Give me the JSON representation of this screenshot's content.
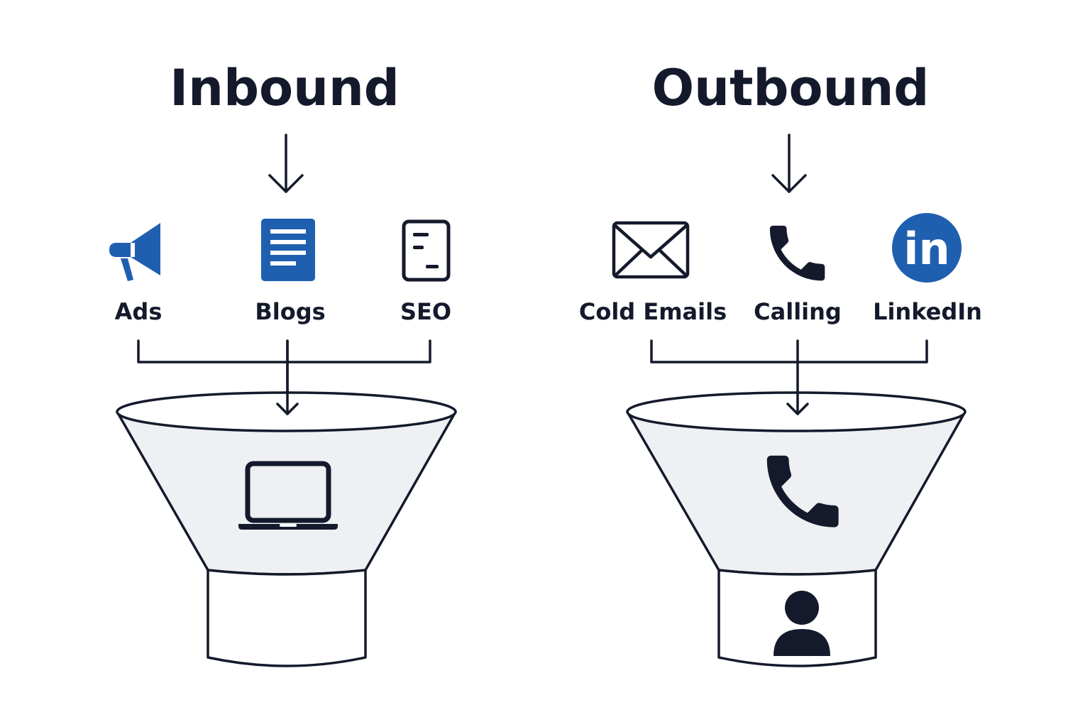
{
  "colors": {
    "ink": "#141a2b",
    "brand_blue": "#1f5fb0",
    "funnel_fill": "#eef0f3"
  },
  "inbound": {
    "title": "Inbound",
    "channels": [
      {
        "label": "Ads",
        "icon": "megaphone-icon"
      },
      {
        "label": "Blogs",
        "icon": "document-icon"
      },
      {
        "label": "SEO",
        "icon": "phone-document-icon"
      }
    ],
    "funnel_icon": "laptop-icon"
  },
  "outbound": {
    "title": "Outbound",
    "channels": [
      {
        "label": "Cold Emails",
        "icon": "envelope-icon"
      },
      {
        "label": "Calling",
        "icon": "phone-icon"
      },
      {
        "label": "LinkedIn",
        "icon": "linkedin-icon",
        "icon_text": "in"
      }
    ],
    "funnel_icon": "phone-icon",
    "base_icon": "person-icon"
  }
}
